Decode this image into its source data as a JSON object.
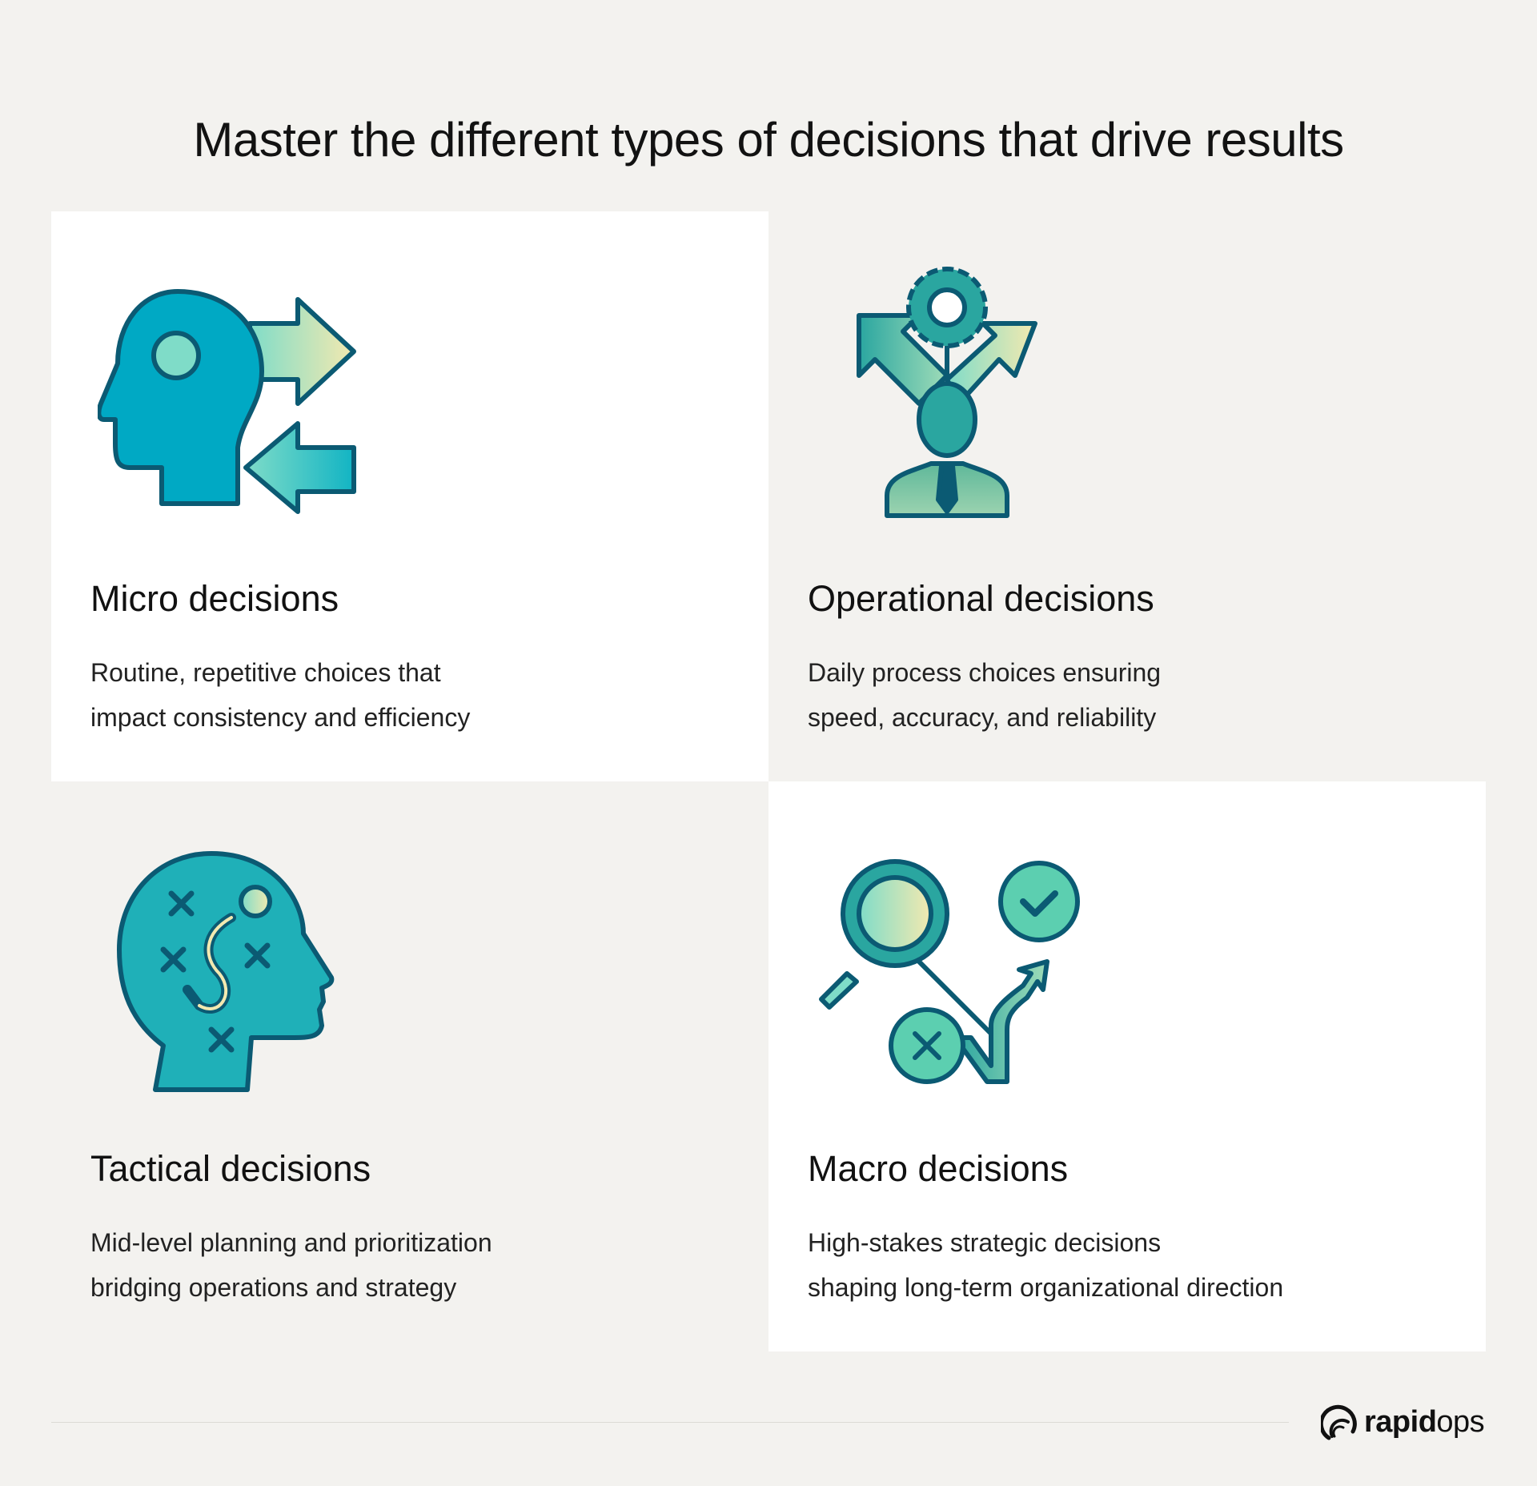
{
  "title": "Master the different types of decisions that drive results",
  "cards": [
    {
      "heading": "Micro decisions",
      "lines": [
        "Routine, repetitive choices that",
        "impact consistency and efficiency"
      ],
      "icon": "head-arrows-icon"
    },
    {
      "heading": "Operational decisions",
      "lines": [
        "Daily process choices ensuring",
        "speed, accuracy, and reliability"
      ],
      "icon": "gear-person-arrows-icon"
    },
    {
      "heading": "Tactical decisions",
      "lines": [
        "Mid-level planning and prioritization",
        "bridging operations and strategy"
      ],
      "icon": "head-strategy-icon"
    },
    {
      "heading": "Macro decisions",
      "lines": [
        "High-stakes strategic decisions",
        "shaping long-term organizational direction"
      ],
      "icon": "search-path-check-icon"
    }
  ],
  "logo": {
    "bold": "rapid",
    "light": "ops"
  },
  "colors": {
    "stroke": "#0b5a73",
    "teal": "#00a9c4",
    "mint": "#7fdcc8",
    "cream": "#f3e9b0",
    "background": "#f3f2ef"
  }
}
